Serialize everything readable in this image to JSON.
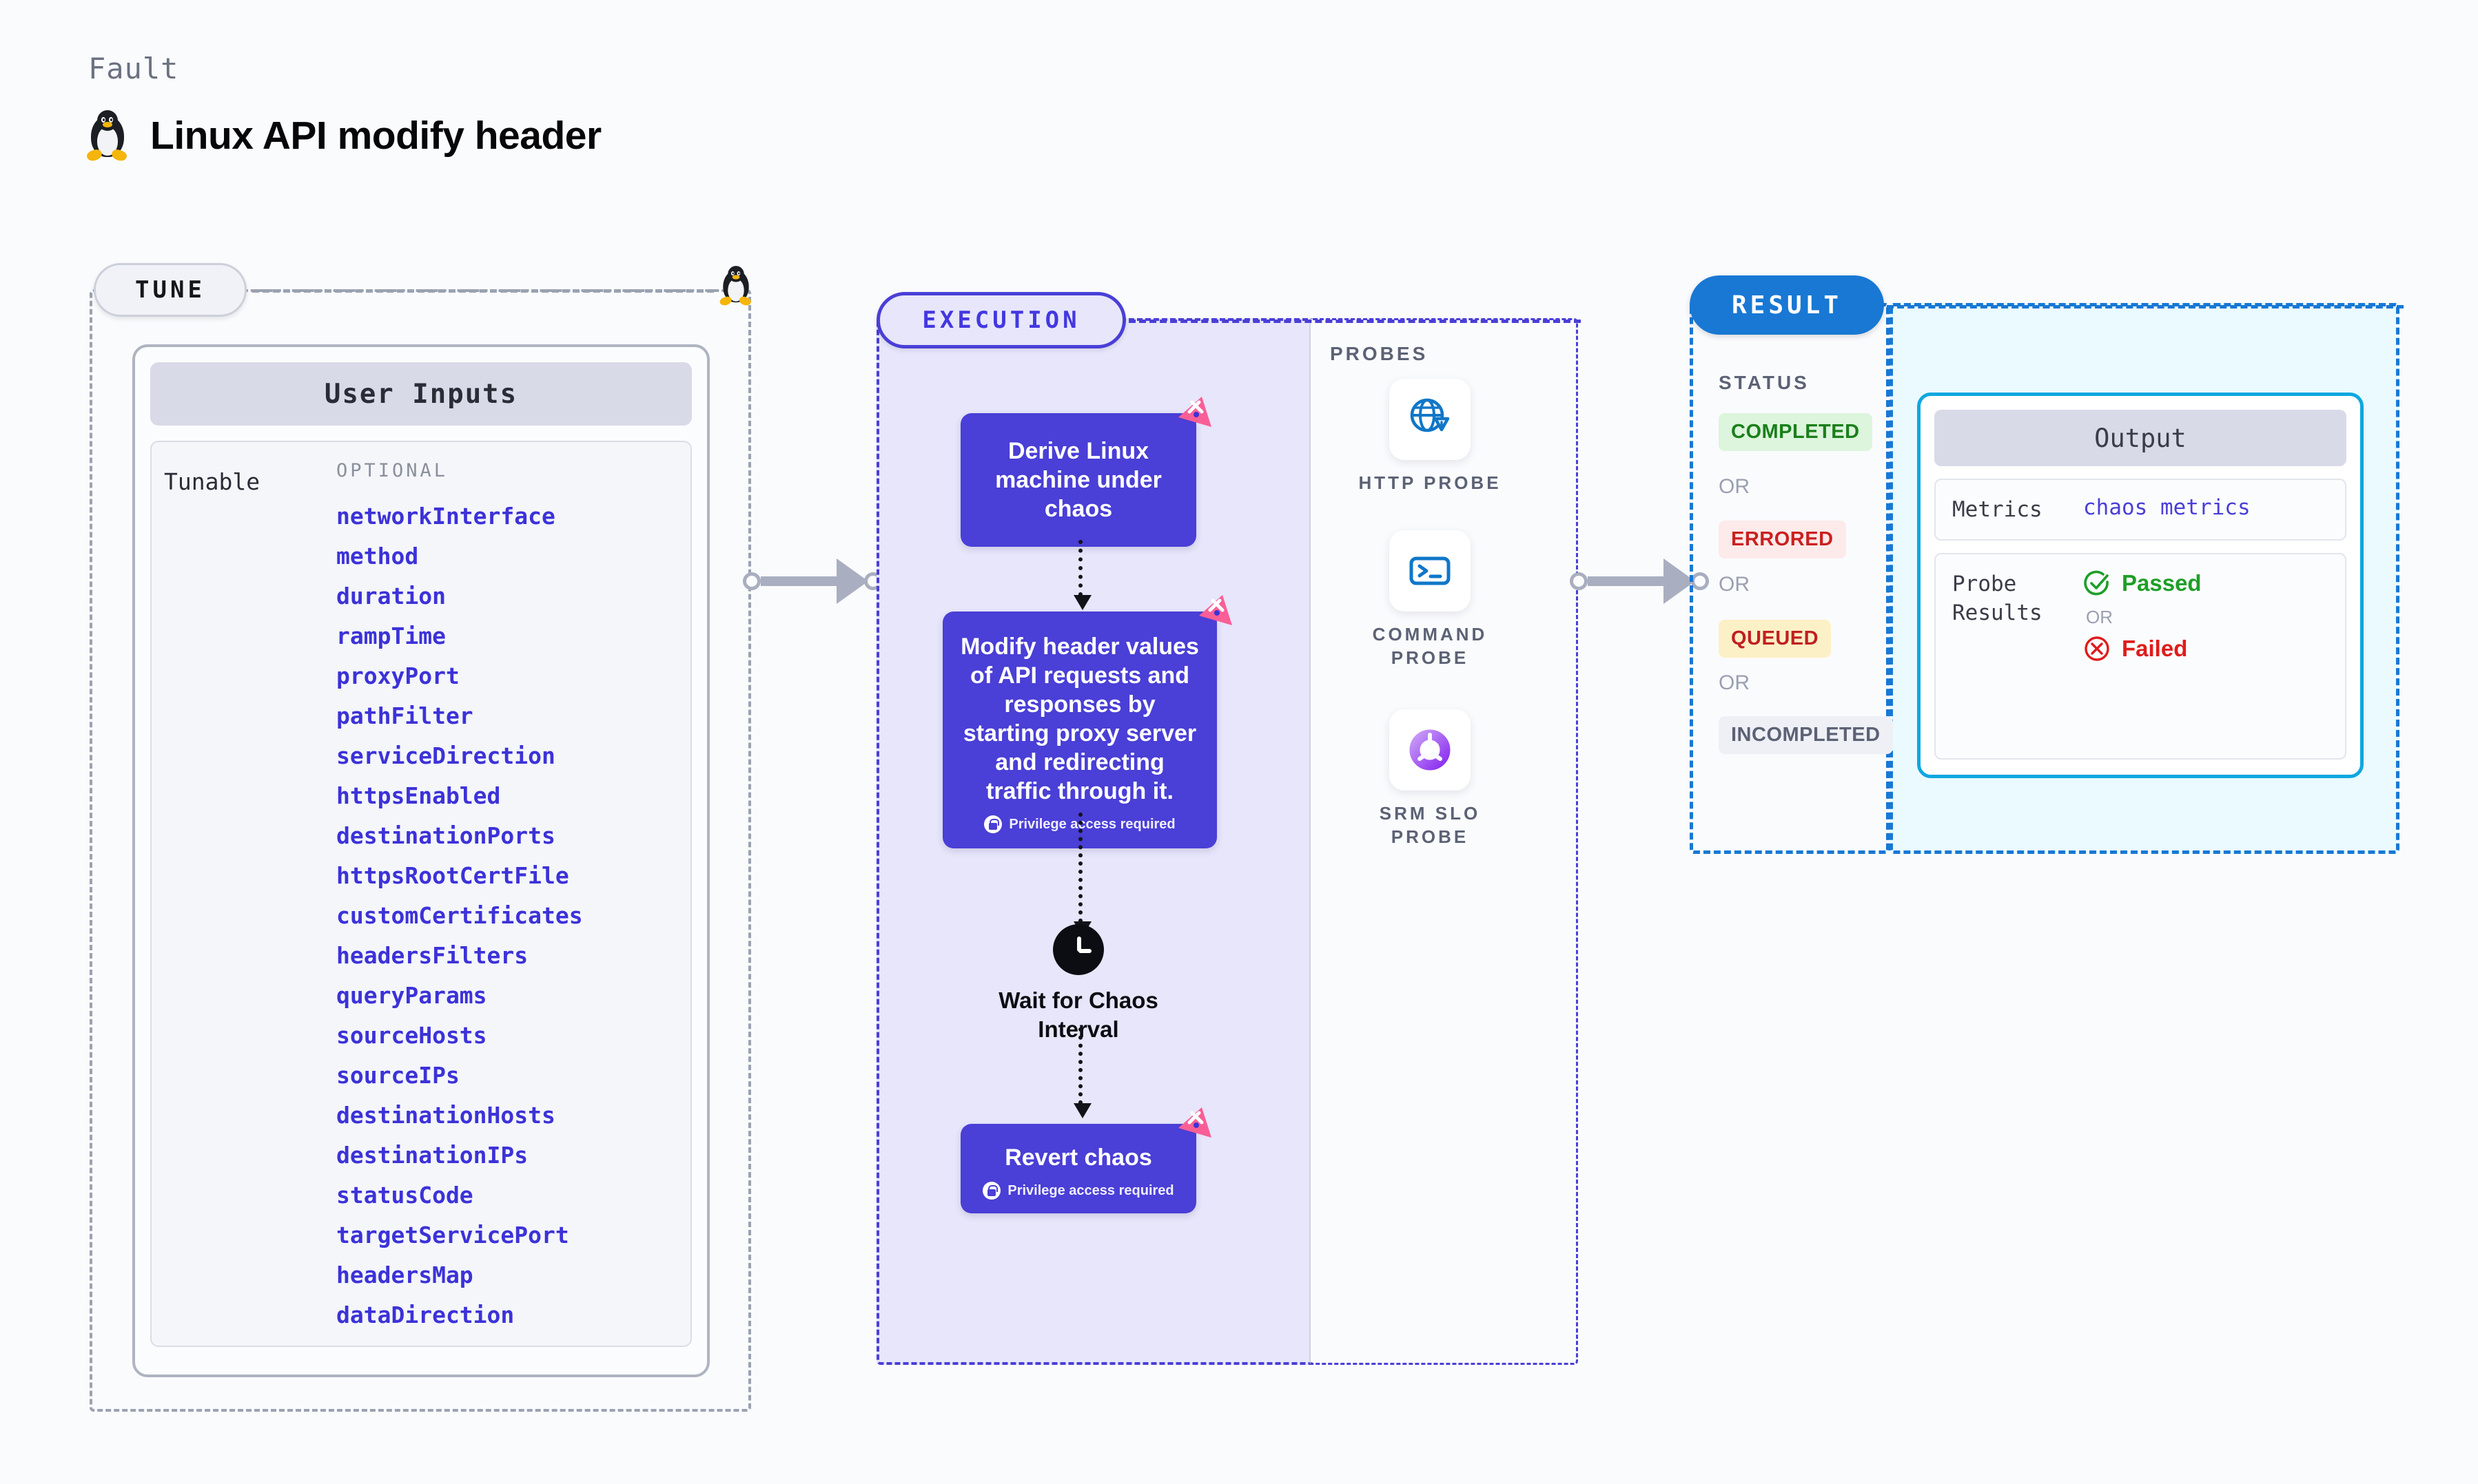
{
  "header": {
    "kicker": "Fault",
    "title": "Linux API modify header",
    "icon": "linux-penguin-icon"
  },
  "tune": {
    "pill_label": "TUNE",
    "card": {
      "title": "User Inputs",
      "row_label": "Tunable",
      "group_label": "OPTIONAL",
      "params": [
        "networkInterface",
        "method",
        "duration",
        "rampTime",
        "proxyPort",
        "pathFilter",
        "serviceDirection",
        "httpsEnabled",
        "destinationPorts",
        "httpsRootCertFile",
        "customCertificates",
        "headersFilters",
        "queryParams",
        "sourceHosts",
        "sourceIPs",
        "destinationHosts",
        "destinationIPs",
        "statusCode",
        "targetServicePort",
        "headersMap",
        "dataDirection"
      ]
    }
  },
  "execution": {
    "pill_label": "EXECUTION",
    "nodes": [
      {
        "text": "Derive Linux machine under chaos",
        "privilege": null,
        "flag": "chaos-flag-icon"
      },
      {
        "text": "Modify header values of API requests and responses by starting proxy server and redirecting traffic through it.",
        "privilege": "Privilege access required",
        "flag": "chaos-flag-icon"
      },
      {
        "text": "Revert chaos",
        "privilege": "Privilege access required",
        "flag": "chaos-flag-icon"
      }
    ],
    "wait": {
      "label": "Wait for Chaos Interval",
      "icon": "clock-icon"
    }
  },
  "probes": {
    "section_label": "PROBES",
    "items": [
      {
        "label": "HTTP PROBE",
        "icon": "globe-warning-icon"
      },
      {
        "label": "COMMAND PROBE",
        "icon": "terminal-icon"
      },
      {
        "label": "SRM SLO PROBE",
        "icon": "slo-donut-icon"
      }
    ]
  },
  "result": {
    "pill_label": "RESULT",
    "status_label": "STATUS",
    "or_label": "OR",
    "statuses": [
      {
        "label": "COMPLETED",
        "bg": "#dcf5dc",
        "fg": "#1b7f1b"
      },
      {
        "label": "ERRORED",
        "bg": "#fdeaea",
        "fg": "#ca2020"
      },
      {
        "label": "QUEUED",
        "bg": "#fcf0c6",
        "fg": "#c02020"
      },
      {
        "label": "INCOMPLETED",
        "bg": "#eef0f6",
        "fg": "#5c6275"
      }
    ]
  },
  "output": {
    "title": "Output",
    "metrics_key": "Metrics",
    "metrics_value": "chaos metrics",
    "probe_results_key": "Probe Results",
    "passed_label": "Passed",
    "or_label": "OR",
    "failed_label": "Failed"
  },
  "colors": {
    "accent_purple": "#4a3fd6",
    "accent_blue": "#1878d4",
    "accent_cyan": "#0fa7e0",
    "flag_pink": "#f95f96",
    "page_bg": "#fafbfd"
  }
}
